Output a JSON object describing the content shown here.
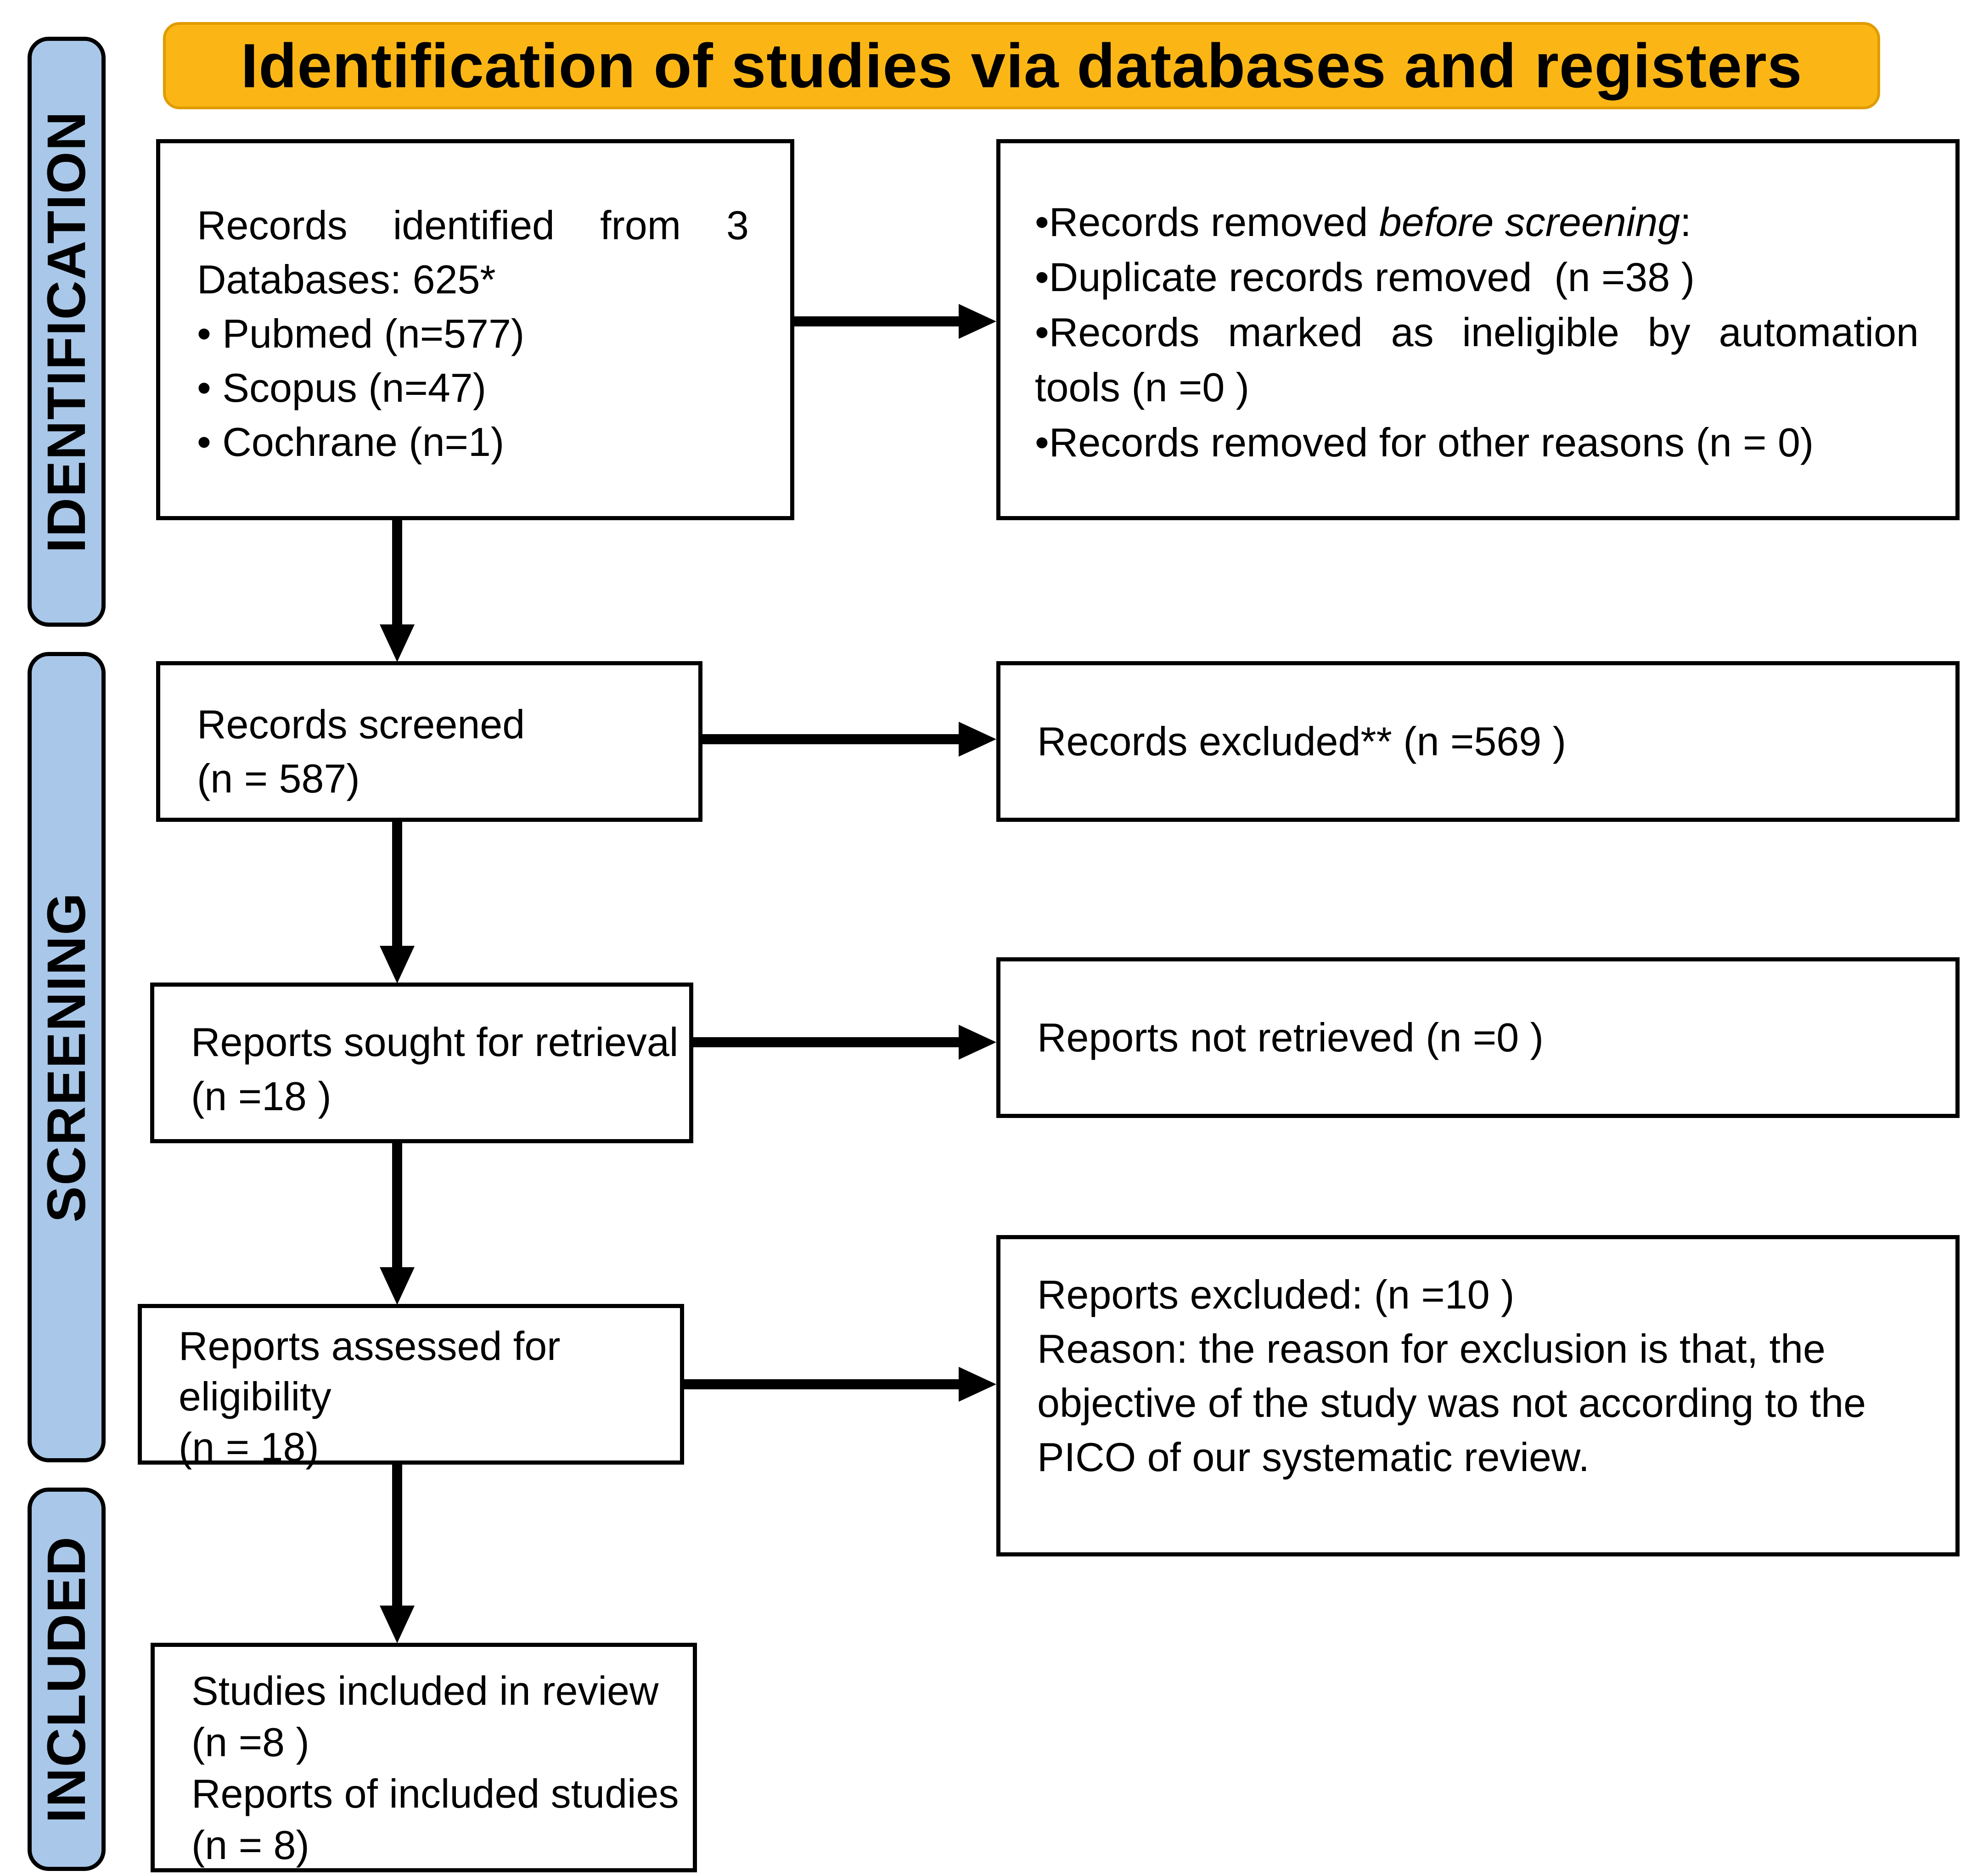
{
  "title": "Identification of studies via databases and registers",
  "colors": {
    "banner-bg": "#FBB616",
    "banner-border": "#E09C00",
    "label-bg": "#A9C7E8",
    "line": "#000000",
    "text": "#000000",
    "bg": "#FFFFFF"
  },
  "stages": {
    "identification": "IDENTIFICATION",
    "screening": "SCREENING",
    "included": "INCLUDED"
  },
  "boxes": {
    "records_identified": {
      "line1": "Records identified from 3",
      "line2": "Databases: 625*",
      "bullet1": "• Pubmed (n=577)",
      "bullet2": "• Scopus (n=47)",
      "bullet3": "• Cochrane (n=1)"
    },
    "records_removed": {
      "line1_pre": "•Records removed ",
      "line1_italic": "before screening",
      "line1_suffix": ":",
      "line2": "•Duplicate records removed  (n =38 )",
      "line3a": "•Records marked as ineligible by automation",
      "line3b": "tools (n =0 )",
      "line4": "•Records removed for other reasons (n = 0)"
    },
    "records_screened": {
      "line1": "Records screened",
      "line2": "(n = 587)"
    },
    "records_excluded": {
      "text": "Records excluded** (n =569 )"
    },
    "reports_sought": {
      "line1": "Reports sought for retrieval",
      "line2": "(n =18 )"
    },
    "reports_not_retrieved": {
      "text": "Reports not retrieved (n =0 )"
    },
    "reports_assessed": {
      "line1": "Reports assessed for",
      "line2": "eligibility",
      "line3": "(n = 18)"
    },
    "reports_excluded": {
      "line1": "Reports excluded: (n =10 )",
      "line2": "Reason: the reason for exclusion is that, the objective of the study was not according to the PICO of our systematic review."
    },
    "studies_included": {
      "line1": "Studies included in review",
      "line2": "(n =8 )",
      "line3": "Reports of included studies",
      "line4": "(n = 8)"
    }
  }
}
